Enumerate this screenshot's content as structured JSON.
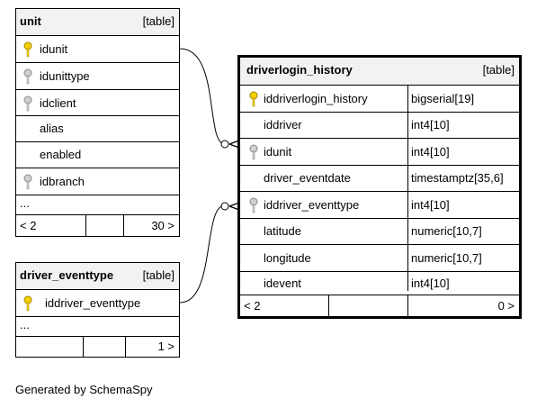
{
  "tables": {
    "unit": {
      "name": "unit",
      "kind": "[table]",
      "columns": [
        {
          "name": "idunit",
          "key": "primary"
        },
        {
          "name": "idunittype",
          "key": "foreign"
        },
        {
          "name": "idclient",
          "key": "foreign"
        },
        {
          "name": "alias",
          "key": "none"
        },
        {
          "name": "enabled",
          "key": "none"
        },
        {
          "name": "idbranch",
          "key": "foreign"
        }
      ],
      "more": "...",
      "footer": {
        "left": "< 2",
        "right": "30 >"
      }
    },
    "driver_eventtype": {
      "name": "driver_eventtype",
      "kind": "[table]",
      "columns": [
        {
          "name": "iddriver_eventtype",
          "key": "primary"
        }
      ],
      "more": "...",
      "footer": {
        "left": "",
        "right": "1 >"
      }
    },
    "driverlogin_history": {
      "name": "driverlogin_history",
      "kind": "[table]",
      "columns": [
        {
          "name": "iddriverlogin_history",
          "type": "bigserial[19]",
          "key": "primary"
        },
        {
          "name": "iddriver",
          "type": "int4[10]",
          "key": "none"
        },
        {
          "name": "idunit",
          "type": "int4[10]",
          "key": "foreign"
        },
        {
          "name": "driver_eventdate",
          "type": "timestamptz[35,6]",
          "key": "none"
        },
        {
          "name": "iddriver_eventtype",
          "type": "int4[10]",
          "key": "foreign"
        },
        {
          "name": "latitude",
          "type": "numeric[10,7]",
          "key": "none"
        },
        {
          "name": "longitude",
          "type": "numeric[10,7]",
          "key": "none"
        },
        {
          "name": "idevent",
          "type": "int4[10]",
          "key": "none"
        }
      ],
      "footer": {
        "left": "< 2",
        "right": "0 >"
      }
    }
  },
  "colors": {
    "primary_key": "#f5d000",
    "foreign_key": "#a8a8a8",
    "header_bg": "#f2f2f2"
  },
  "generated_by": "Generated by SchemaSpy"
}
